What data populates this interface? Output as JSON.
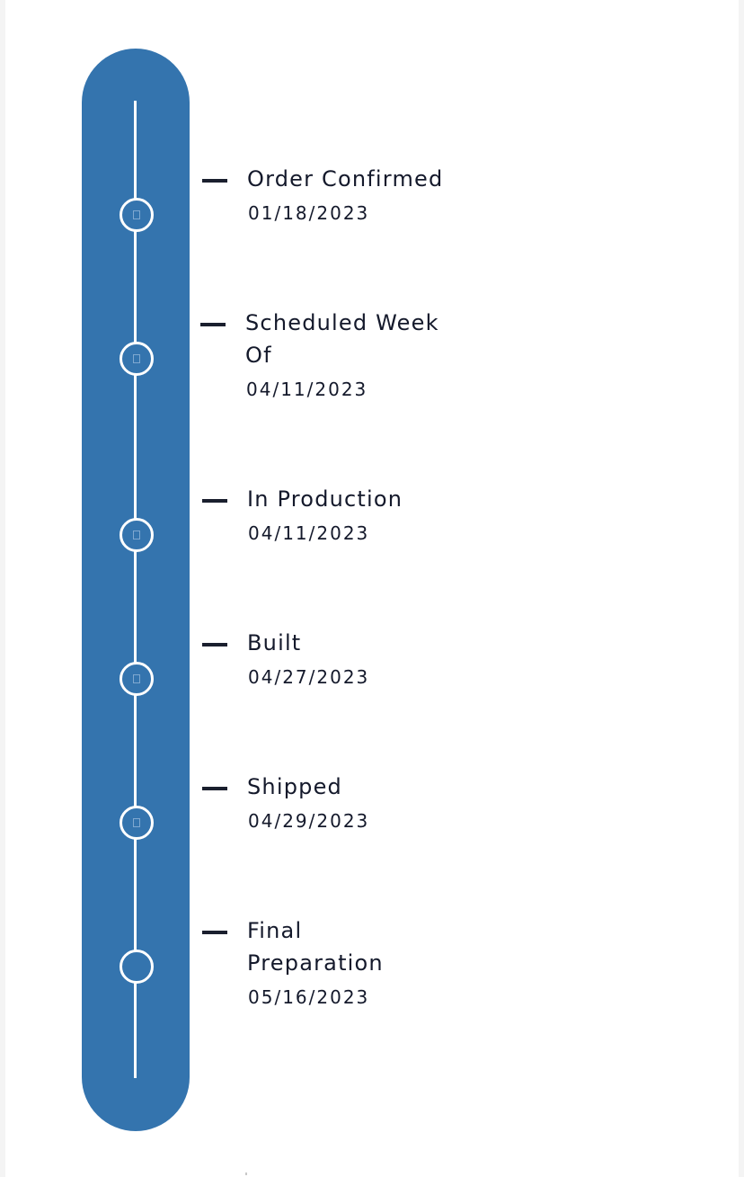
{
  "timeline": {
    "steps": [
      {
        "title": "Order Confirmed",
        "date": "01/18/2023",
        "complete": true
      },
      {
        "title": "Scheduled Week Of",
        "date": "04/11/2023",
        "complete": true
      },
      {
        "title": "In Production",
        "date": "04/11/2023",
        "complete": true
      },
      {
        "title": "Built",
        "date": "04/27/2023",
        "complete": true
      },
      {
        "title": "Shipped",
        "date": "04/29/2023",
        "complete": true
      },
      {
        "title": "Final Preparation",
        "date": "05/16/2023",
        "complete": false
      }
    ]
  },
  "colors": {
    "track": "#3474ae",
    "node_ring": "#ffffff",
    "text": "#14192b",
    "dash": "#1a1f2e"
  },
  "icons": {
    "completed_node": "check-icon",
    "pending_node": "empty-circle-icon"
  }
}
